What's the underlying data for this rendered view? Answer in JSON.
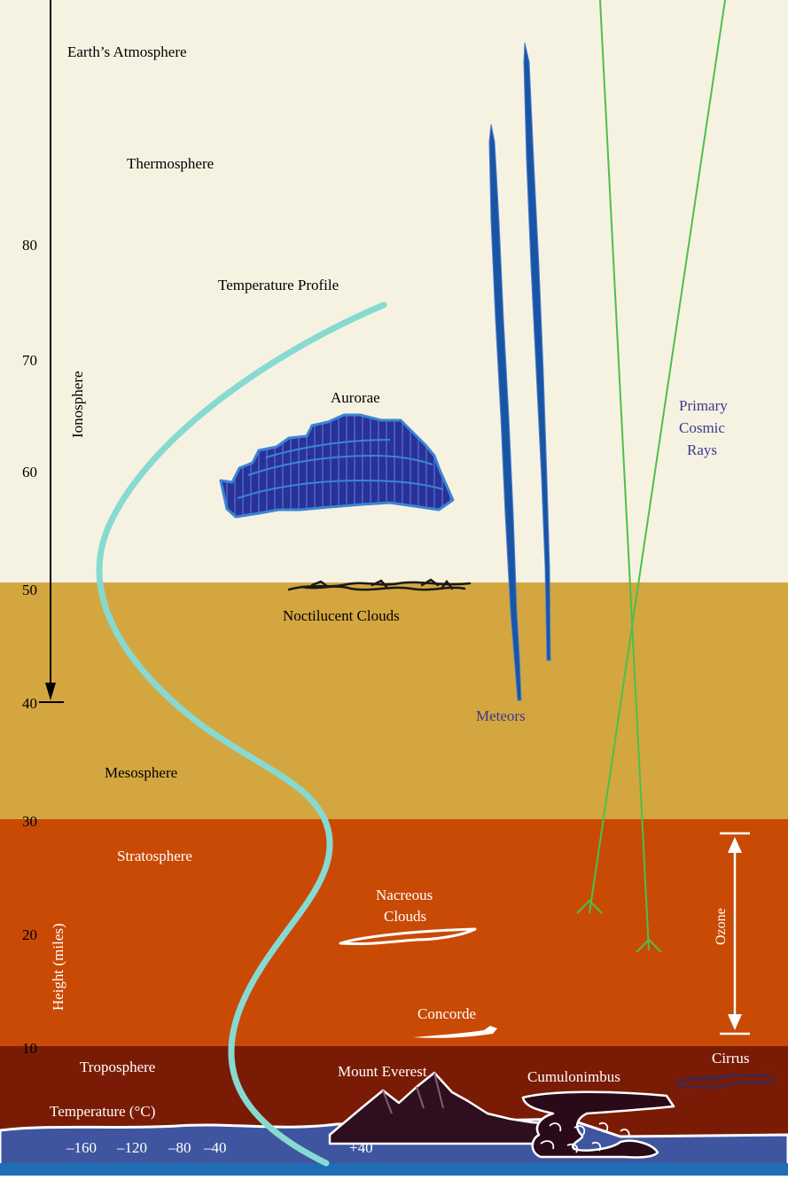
{
  "title": "Earth’s Atmosphere",
  "layers": {
    "thermosphere": "Thermosphere",
    "mesosphere": "Mesosphere",
    "stratosphere": "Stratosphere",
    "troposphere": "Troposphere"
  },
  "phenomena": {
    "temperature_profile": "Temperature Profile",
    "aurorae": "Aurorae",
    "noctilucent": "Noctilucent Clouds",
    "meteors": "Meteors",
    "cosmic_rays": [
      "Primary",
      "Cosmic",
      "Rays"
    ],
    "nacreous": [
      "Nacreous",
      "Clouds"
    ],
    "concorde": "Concorde",
    "everest": "Mount Everest",
    "cumulonimbus": "Cumulonimbus",
    "cirrus": "Cirrus",
    "ozone": "Ozone",
    "ionosphere": "Ionosphere"
  },
  "axis": {
    "label": "Height (miles)",
    "ticks": [
      "80",
      "70",
      "60",
      "50",
      "40",
      "30",
      "20",
      "10"
    ]
  },
  "temperature": {
    "label": "Temperature (°C)",
    "ticks": [
      "–160",
      "–120",
      "–80",
      "–40",
      "+40"
    ]
  },
  "colors": {
    "thermosphere": "#f6f2e2",
    "mesosphere": "#d4a640",
    "stratosphere": "#c94a05",
    "troposphere": "#7a1c05",
    "ground": "#3f55a0",
    "sea_bar": "#1f6db5",
    "profile": "#86dad2",
    "cosmic": "#4cc04c",
    "meteor": "#1a55a5",
    "aurora": "#2a2f95",
    "label_blue": "#3a3a8c"
  }
}
